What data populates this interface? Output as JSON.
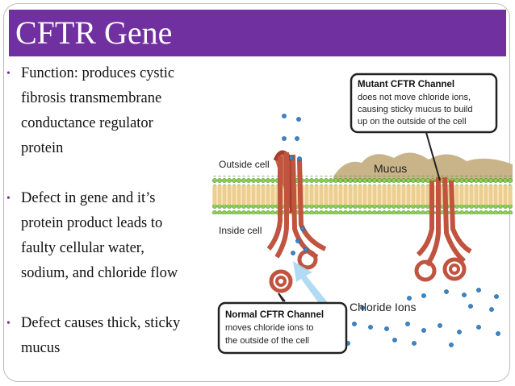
{
  "slide": {
    "title": "CFTR Gene",
    "bullets": [
      {
        "marker": "•",
        "lines": [
          "Function: produces cystic",
          "fibrosis transmembrane",
          "conductance regulator",
          "protein"
        ]
      },
      {
        "marker": "•",
        "lines": [
          "Defect in gene and it’s",
          "protein product leads to",
          "faulty cellular water,",
          "sodium, and chloride flow"
        ]
      },
      {
        "marker": "•",
        "lines": [
          "Defect causes thick, sticky",
          "mucus"
        ]
      }
    ]
  },
  "diagram": {
    "outside_cell_label": "Outside cell",
    "inside_cell_label": "Inside cell",
    "mucus_label": "Mucus",
    "chloride_label": "Chloride Ions",
    "mutant_callout": {
      "title": "Mutant CFTR Channel",
      "lines": [
        "does not move chloride ions,",
        "causing sticky mucus to build",
        "up on the outside of the cell"
      ]
    },
    "normal_callout": {
      "title": "Normal CFTR Channel",
      "lines": [
        "moves chloride ions to",
        "the outside of the cell"
      ]
    },
    "colors": {
      "title_bar": "#7030a0",
      "membrane_green": "#7cc24a",
      "protein_red": "#c0543f",
      "ion_blue": "#3a86c8",
      "mucus_tan": "#c9b48a"
    }
  }
}
